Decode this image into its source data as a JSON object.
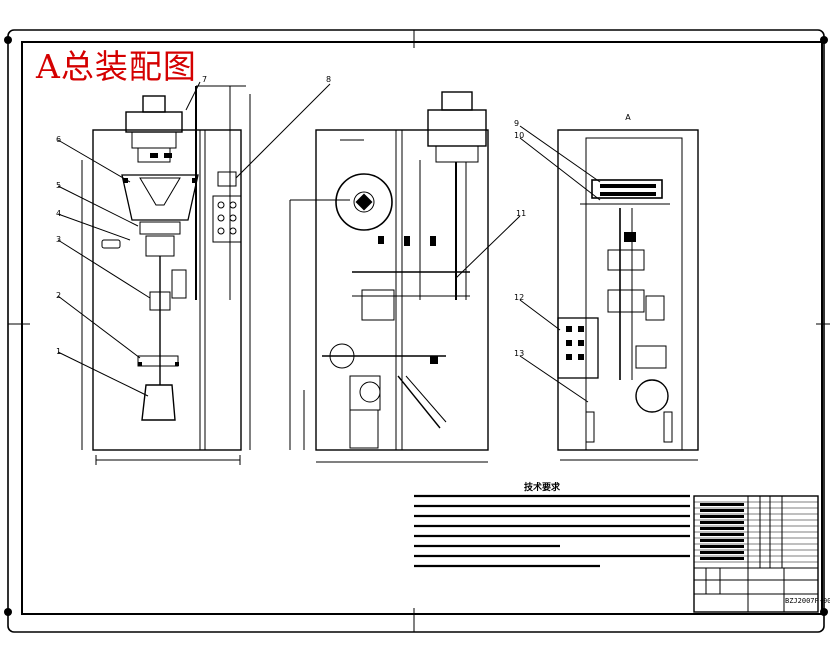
{
  "drawing": {
    "title": "A总装配图",
    "view_label": "A",
    "notes_heading": "技术要求",
    "drawing_code": "BZJ2007F-00",
    "callouts_front": [
      "6",
      "5",
      "4",
      "3",
      "2",
      "1",
      "7"
    ],
    "callouts_side": [
      "8",
      "11"
    ],
    "callouts_rear": [
      "9",
      "10",
      "12",
      "13"
    ]
  },
  "colors": {
    "line": "#000000",
    "accent_red": "#d40000",
    "background": "#ffffff"
  }
}
